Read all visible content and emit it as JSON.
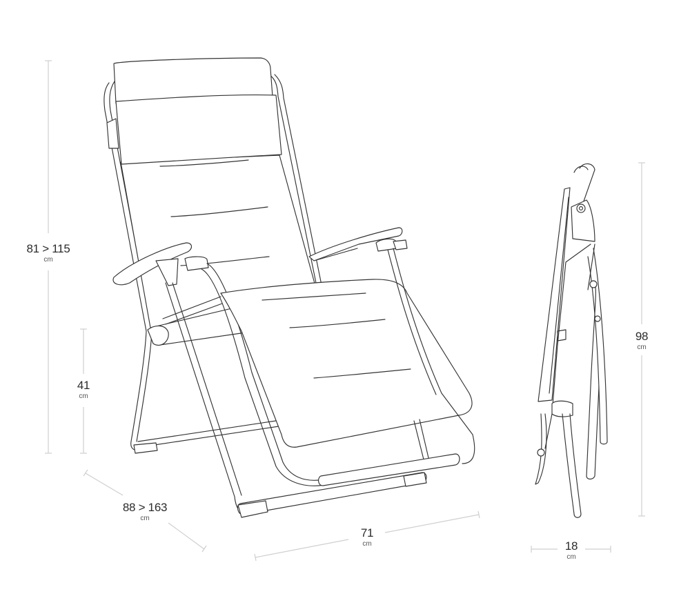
{
  "diagram": {
    "type": "product-dimension-drawing",
    "subject": "reclining zero-gravity lounge chair (open view and folded side view)",
    "colors": {
      "background": "#ffffff",
      "line_art": "#333333",
      "dimension_lines": "#cfcfcf",
      "label_text": "#2b2b2b"
    }
  },
  "dimensions": {
    "height": {
      "value": "81 > 115",
      "unit": "cm"
    },
    "seat_height": {
      "value": "41",
      "unit": "cm"
    },
    "depth": {
      "value": "88 > 163",
      "unit": "cm"
    },
    "width": {
      "value": "71",
      "unit": "cm"
    },
    "folded_height": {
      "value": "98",
      "unit": "cm"
    },
    "folded_thickness": {
      "value": "18",
      "unit": "cm"
    }
  }
}
